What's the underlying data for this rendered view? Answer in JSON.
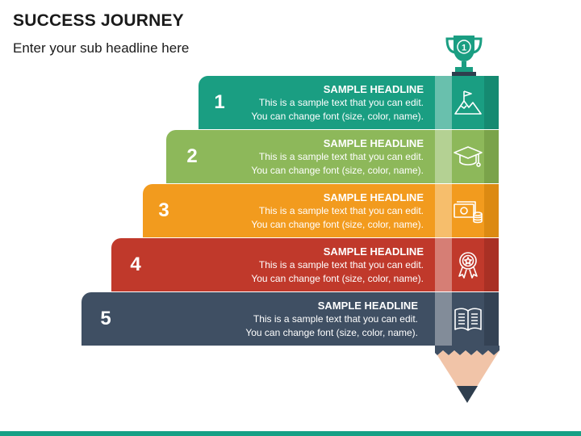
{
  "title": "SUCCESS JOURNEY",
  "subtitle": "Enter your sub headline here",
  "steps": [
    {
      "number": "1",
      "headline": "SAMPLE HEADLINE",
      "line1": "This is a sample text that you can edit.",
      "line2": "You can change font (size, color, name).",
      "color": "#1a9e82",
      "icon": "mountain-flag-icon"
    },
    {
      "number": "2",
      "headline": "SAMPLE HEADLINE",
      "line1": "This is a sample text that you can edit.",
      "line2": "You can change font (size, color, name).",
      "color": "#8db85a",
      "icon": "graduation-cap-icon"
    },
    {
      "number": "3",
      "headline": "SAMPLE HEADLINE",
      "line1": "This is a sample text that you can edit.",
      "line2": "You can change font (size, color, name).",
      "color": "#f29b1e",
      "icon": "money-coins-icon"
    },
    {
      "number": "4",
      "headline": "SAMPLE HEADLINE",
      "line1": "This is a sample text that you can edit.",
      "line2": "You can change font (size, color, name).",
      "color": "#c0392b",
      "icon": "award-ribbon-icon"
    },
    {
      "number": "5",
      "headline": "SAMPLE HEADLINE",
      "line1": "This is a sample text that you can edit.",
      "line2": "You can change font (size, color, name).",
      "color": "#3f4f63",
      "icon": "open-book-icon"
    }
  ],
  "colors": {
    "trophy": "#1a9e82",
    "pencil_wood": "#f1c4a8",
    "pencil_tip": "#2f3e4e",
    "footer": "#16a085"
  }
}
